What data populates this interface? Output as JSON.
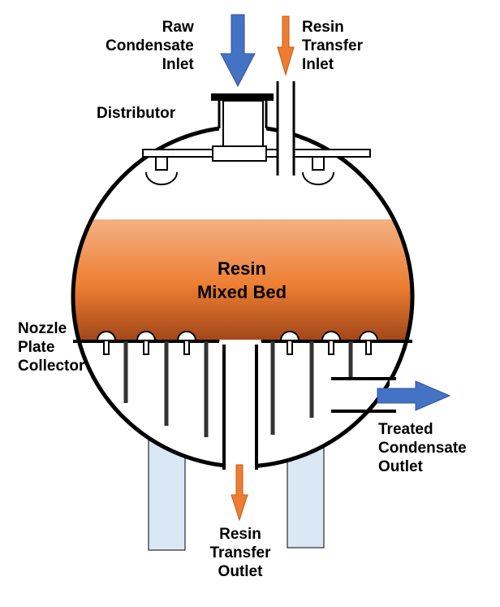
{
  "labels": {
    "raw_inlet": [
      "Raw",
      "Condensate",
      "Inlet"
    ],
    "resin_transfer_inlet": [
      "Resin",
      "Transfer",
      "Inlet"
    ],
    "distributor": "Distributor",
    "resin_bed": [
      "Resin",
      "Mixed Bed"
    ],
    "nozzle_plate": [
      "Nozzle",
      "Plate",
      "Collector"
    ],
    "treated_outlet": [
      "Treated",
      "Condensate",
      "Outlet"
    ],
    "resin_transfer_outlet": [
      "Resin",
      "Transfer",
      "Outlet"
    ]
  },
  "colors": {
    "flow_arrow_blue": "#4472C4",
    "resin_arrow_orange": "#ED7D31",
    "resin_top": "#F4B183",
    "resin_mid": "#ED7D31",
    "resin_bottom": "#A0461A",
    "support_leg": "#DAE7F5",
    "outline": "#000000"
  }
}
